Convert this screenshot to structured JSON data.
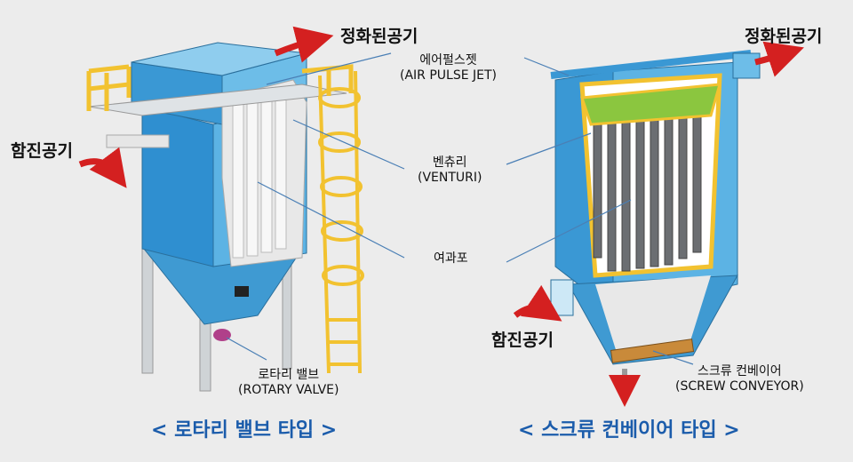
{
  "left": {
    "clean_air": "정화된공기",
    "dusty_air": "함진공기",
    "rotary_valve_ko": "로타리 밸브",
    "rotary_valve_en": "(ROTARY VALVE)",
    "title": "< 로타리 밸브 타입 >"
  },
  "center": {
    "air_pulse_jet_ko": "에어펄스젯",
    "air_pulse_jet_en": "(AIR PULSE JET)",
    "venturi_ko": "벤츄리",
    "venturi_en": "(VENTURI)",
    "filter_bag": "여과포"
  },
  "right": {
    "clean_air": "정화된공기",
    "dusty_air": "함진공기",
    "screw_conveyor_ko": "스크류 컨베이어",
    "screw_conveyor_en": "(SCREW CONVEYOR)",
    "title": "< 스크류 컨베이어 타입 >"
  },
  "colors": {
    "body_blue": "#4aa8dc",
    "frame_yellow": "#f2c230",
    "arrow_red": "#d42020",
    "title_blue": "#1b5cab"
  }
}
